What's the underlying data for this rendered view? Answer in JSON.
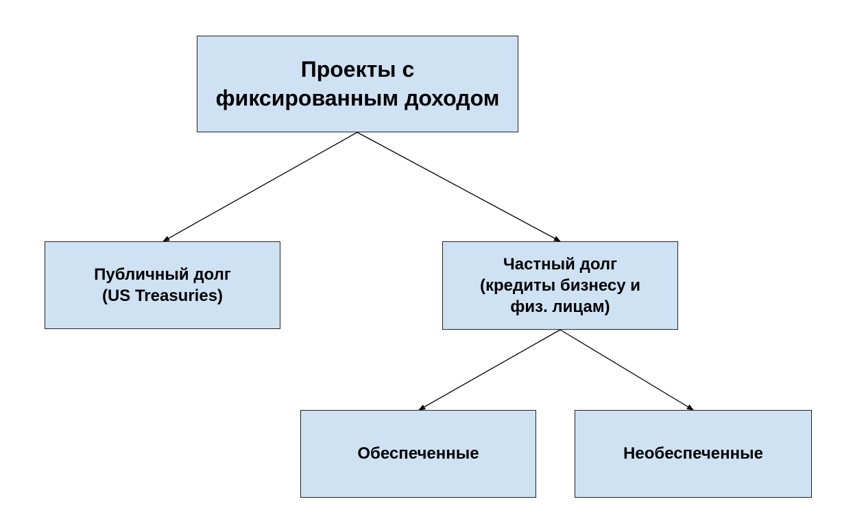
{
  "diagram": {
    "nodes": {
      "root": {
        "label": "Проекты с\nфиксированным доходом"
      },
      "public_debt": {
        "label": "Публичный долг\n(US Treasuries)"
      },
      "private_debt": {
        "label": "Частный долг\n(кредиты бизнесу и\nфиз. лицам)"
      },
      "secured": {
        "label": "Обеспеченные"
      },
      "unsecured": {
        "label": "Необеспеченные"
      }
    },
    "edges": [
      {
        "from": "root",
        "to": "public_debt"
      },
      {
        "from": "root",
        "to": "private_debt"
      },
      {
        "from": "private_debt",
        "to": "secured"
      },
      {
        "from": "private_debt",
        "to": "unsecured"
      }
    ],
    "colors": {
      "node_fill": "#cfe2f3",
      "node_border": "#222222",
      "connector": "#000000"
    }
  }
}
